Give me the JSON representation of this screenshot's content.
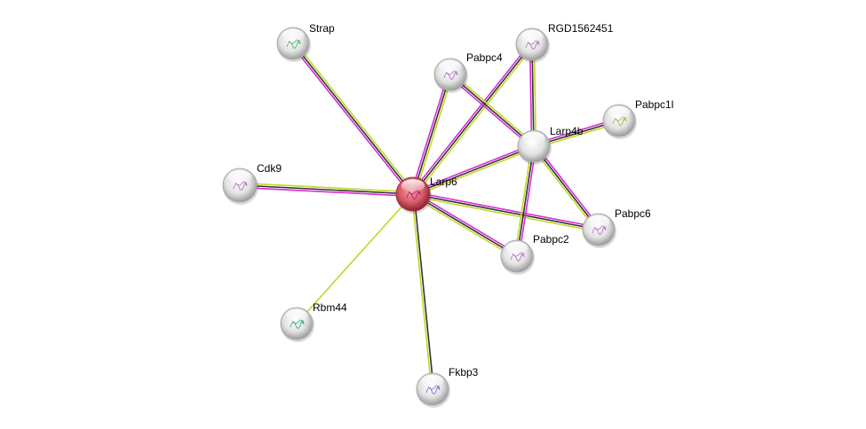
{
  "colors": {
    "experiments": "#d92ad9",
    "coexpression": "#333333",
    "textmining": "#c3d62a",
    "query_node": "#d9525f",
    "node": "#e6e6e6"
  },
  "nodes": [
    {
      "id": "Larp6",
      "label": "Larp6",
      "query": true,
      "glyph": "#b0207a"
    },
    {
      "id": "Strap",
      "label": "Strap",
      "glyph": "#4fb86a"
    },
    {
      "id": "RGD1562451",
      "label": "RGD1562451",
      "glyph": "#b870c8"
    },
    {
      "id": "Pabpc4",
      "label": "Pabpc4",
      "glyph": "#b870c8"
    },
    {
      "id": "Pabpc1l",
      "label": "Pabpc1l",
      "glyph": "#b8b040"
    },
    {
      "id": "Larp4b",
      "label": "Larp4b",
      "glyph": null
    },
    {
      "id": "Cdk9",
      "label": "Cdk9",
      "glyph": "#b870c8"
    },
    {
      "id": "Pabpc6",
      "label": "Pabpc6",
      "glyph": "#b870c8"
    },
    {
      "id": "Pabpc2",
      "label": "Pabpc2",
      "glyph": "#b870c8"
    },
    {
      "id": "Rbm44",
      "label": "Rbm44",
      "glyph": "#30a880"
    },
    {
      "id": "Fkbp3",
      "label": "Fkbp3",
      "glyph": "#8a70c8"
    }
  ],
  "edges": [
    {
      "a": "Larp6",
      "b": "Strap",
      "types": [
        "experiments",
        "coexpression",
        "textmining"
      ]
    },
    {
      "a": "Larp6",
      "b": "Cdk9",
      "types": [
        "experiments",
        "coexpression",
        "textmining"
      ]
    },
    {
      "a": "Larp6",
      "b": "Rbm44",
      "types": [
        "textmining"
      ]
    },
    {
      "a": "Larp6",
      "b": "Fkbp3",
      "types": [
        "coexpression",
        "textmining"
      ]
    },
    {
      "a": "Larp6",
      "b": "Pabpc4",
      "types": [
        "experiments",
        "coexpression",
        "textmining"
      ]
    },
    {
      "a": "Larp6",
      "b": "RGD1562451",
      "types": [
        "experiments",
        "coexpression",
        "textmining"
      ]
    },
    {
      "a": "Larp6",
      "b": "Larp4b",
      "types": [
        "experiments",
        "coexpression",
        "textmining"
      ]
    },
    {
      "a": "Larp6",
      "b": "Pabpc6",
      "types": [
        "experiments",
        "coexpression",
        "textmining"
      ]
    },
    {
      "a": "Larp6",
      "b": "Pabpc2",
      "types": [
        "experiments",
        "coexpression",
        "textmining"
      ]
    },
    {
      "a": "Larp4b",
      "b": "RGD1562451",
      "types": [
        "experiments",
        "coexpression",
        "textmining"
      ]
    },
    {
      "a": "Larp4b",
      "b": "Pabpc4",
      "types": [
        "experiments",
        "coexpression",
        "textmining"
      ]
    },
    {
      "a": "Larp4b",
      "b": "Pabpc1l",
      "types": [
        "experiments",
        "coexpression",
        "textmining"
      ]
    },
    {
      "a": "Larp4b",
      "b": "Pabpc6",
      "types": [
        "experiments",
        "coexpression",
        "textmining"
      ]
    },
    {
      "a": "Larp4b",
      "b": "Pabpc2",
      "types": [
        "experiments",
        "coexpression",
        "textmining"
      ]
    }
  ]
}
